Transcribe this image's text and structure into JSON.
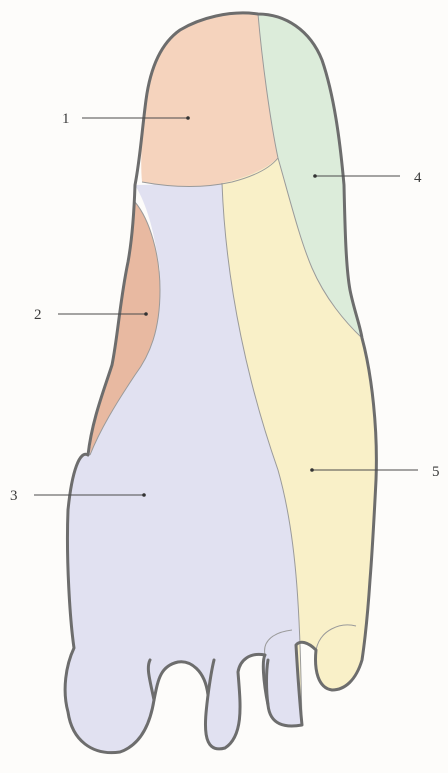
{
  "diagram": {
    "regions": [
      {
        "id": "1",
        "label": "1",
        "color": "#f5d3bd"
      },
      {
        "id": "2",
        "label": "2",
        "color": "#e8b9a1"
      },
      {
        "id": "3",
        "label": "3",
        "color": "#e1e1f1"
      },
      {
        "id": "4",
        "label": "4",
        "color": "#dcecda"
      },
      {
        "id": "5",
        "label": "5",
        "color": "#f9f0c8"
      }
    ],
    "outline_color": "#6d6d6d",
    "background": "#fdfcfa"
  }
}
